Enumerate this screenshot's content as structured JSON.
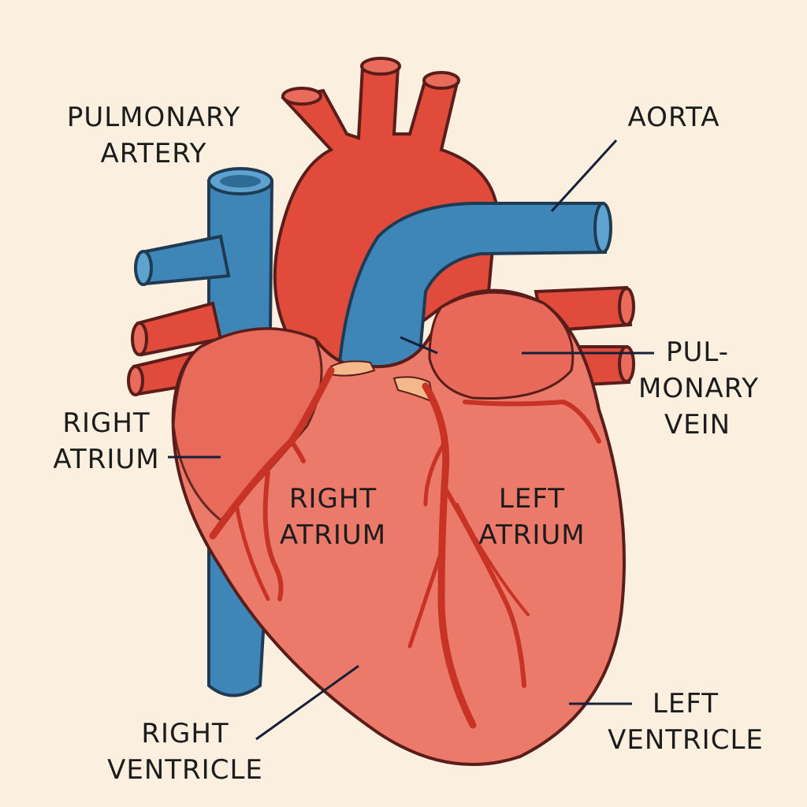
{
  "diagram": {
    "top_caption": "",
    "labels": {
      "pulmonary_artery": {
        "line1": "PULMONARY",
        "line2": "ARTERY"
      },
      "aorta": {
        "line1": "AORTA"
      },
      "pulmonary_vein": {
        "line1": "PUL-",
        "line2": "MONARY",
        "line3": "VEIN"
      },
      "right_atrium_outer": {
        "line1": "RIGHT",
        "line2": "ATRIUM"
      },
      "right_atrium_inner": {
        "line1": "RIGHT",
        "line2": "ATRIUM"
      },
      "left_atrium_inner": {
        "line1": "LEFT",
        "line2": "ATRIUM"
      },
      "right_ventricle": {
        "line1": "RIGHT",
        "line2": "VENTRICLE"
      },
      "left_ventricle": {
        "line1": "LEFT",
        "line2": "VENTRICLE"
      }
    },
    "colors": {
      "background": "#fbf0e0",
      "artery_red": "#e04b3c",
      "vein_blue": "#3f86b8",
      "muscle": "#ec7a6a",
      "outline": "#5a1d1a",
      "vessel_lines": "#c73425",
      "fat": "#f4b88a",
      "leader_lines": "#16203a"
    }
  }
}
